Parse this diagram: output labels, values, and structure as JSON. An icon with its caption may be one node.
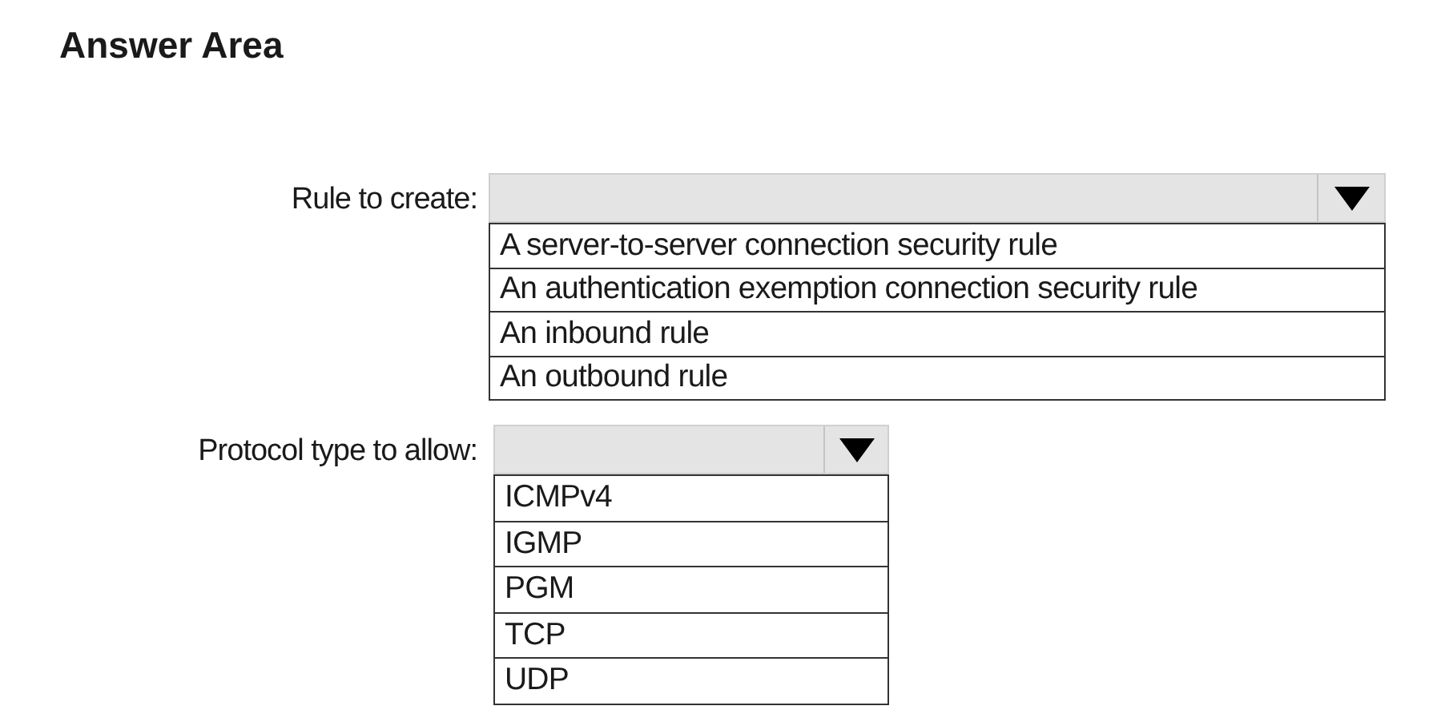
{
  "diagram": {
    "title": "Answer Area",
    "nodes": [
      {
        "text": [],
        "shape": "box",
        "beside": [
          "Rule to create:"
        ]
      },
      {
        "text": [
          "A server-to-server connection security rule"
        ]
      },
      {
        "text": [
          "An authentication exemption connection security rule"
        ]
      },
      {
        "text": [
          "An inbound rule"
        ]
      },
      {
        "text": [
          "An outbound rule"
        ]
      },
      {
        "text": [],
        "shape": "box",
        "beside": [
          "Protocol type to allow:"
        ]
      },
      {
        "text": [
          "ICMPv4"
        ]
      },
      {
        "text": [
          "IGMP"
        ]
      },
      {
        "text": [
          "PGM"
        ]
      },
      {
        "text": [
          "TCP"
        ]
      },
      {
        "text": [
          "UDP"
        ]
      }
    ]
  }
}
